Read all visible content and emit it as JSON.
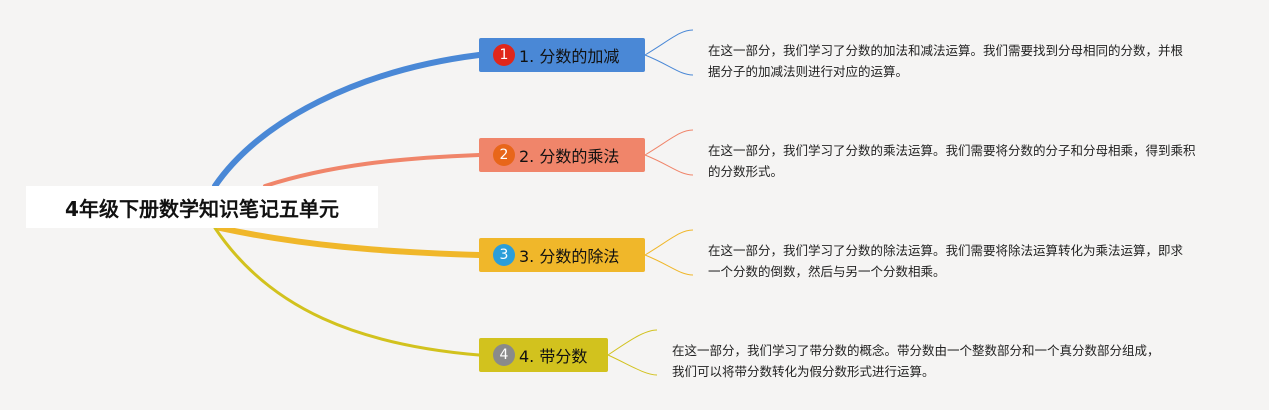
{
  "root": {
    "title": "4年级下册数学知识笔记五单元"
  },
  "colors": {
    "background": "#f5f4f3",
    "branch1": "#4a88d6",
    "branch2": "#f0856a",
    "branch3": "#f0b72a",
    "branch4": "#d2c21e"
  },
  "branches": [
    {
      "marker": "1",
      "label": "1. 分数的加减",
      "color": "#4a88d6",
      "marker_color": "#e0271b",
      "description": "在这一部分，我们学习了分数的加法和减法运算。我们需要找到分母相同的分数，并根据分子的加减法则进行对应的运算。"
    },
    {
      "marker": "2",
      "label": "2. 分数的乘法",
      "color": "#f0856a",
      "marker_color": "#e8661a",
      "description": "在这一部分，我们学习了分数的乘法运算。我们需要将分数的分子和分母相乘，得到乘积的分数形式。"
    },
    {
      "marker": "3",
      "label": "3. 分数的除法",
      "color": "#f0b72a",
      "marker_color": "#2b9ed9",
      "description": "在这一部分，我们学习了分数的除法运算。我们需要将除法运算转化为乘法运算，即求一个分数的倒数，然后与另一个分数相乘。"
    },
    {
      "marker": "4",
      "label": "4. 带分数",
      "color": "#d2c21e",
      "marker_color": "#8a8a8a",
      "description": "在这一部分，我们学习了带分数的概念。带分数由一个整数部分和一个真分数部分组成，我们可以将带分数转化为假分数形式进行运算。"
    }
  ]
}
